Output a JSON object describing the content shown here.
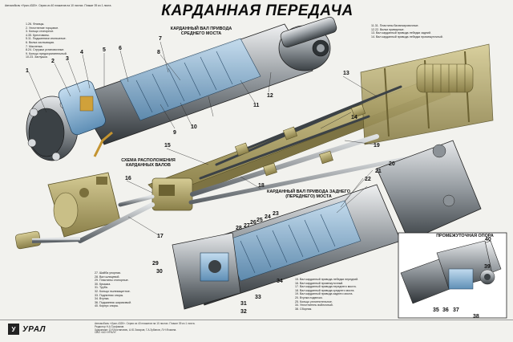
{
  "header": {
    "lines": [
      "Автомобиль «Урал-4320». Серия из 40 плакатов на 10 листах. Плакат 39 из 1 листа."
    ]
  },
  "title": "КАРДАННАЯ ПЕРЕДАЧА",
  "legend_top_left": [
    "1.26. Фланцы.",
    "2. Уплотнение торцовое.",
    "3. Кольцо стопорное.",
    "4.35. Крестовины.",
    "5.11. Подшипники игольчатые.",
    "6. Вилка скользящая.",
    "7. Масленка.",
    "8.24. Стружки установочные.",
    "9. Кольцо предохранительный.",
    "10.23. Заглушки."
  ],
  "legend_top_right": [
    "11.31. Пластины балансировочные.",
    "12.22. Вилки приварные.",
    "13. Вал карданный привода лебедки задний.",
    "14. Вал карданный привода лебедки промежуточный."
  ],
  "legend_bottom_left": [
    "27. Шайба упорная.",
    "28. Вал шлицевой.",
    "29. Пластины стопорные.",
    "30. Крышка.",
    "31. Труба.",
    "32. Кольцо пылезащитное.",
    "33. Подпятник опоры.",
    "34. Втулка.",
    "36. Подшипник шариковый.",
    "40. Корпус опоры."
  ],
  "legend_bottom_right": [
    "15. Вал карданный привода лебедки передний.",
    "16. Вал карданный промежуточный.",
    "17. Вал карданный привода переднего моста.",
    "18. Вал карданный привода среднего моста.",
    "19. Вал карданный привода заднего моста.",
    "20. Втулка подвески.",
    "25. Кольцо уплотнительное.",
    "34. Уплотнитель войлочный.",
    "38. Сборник."
  ],
  "captions": {
    "middle_shaft": "КАРДАННЫЙ ВАЛ ПРИВОДА СРЕДНЕГО МОСТА",
    "scheme": "СХЕМА РАСПОЛОЖЕНИЯ КАРДАННЫХ ВАЛОВ",
    "rear_shaft": "КАРДАННЫЙ ВАЛ ПРИВОДА ЗАДНЕГО (ПЕРЕДНЕГО) МОСТА",
    "support": "ПРОМЕЖУТОЧНАЯ ОПОРА"
  },
  "part_numbers": [
    "1",
    "2",
    "3",
    "4",
    "5",
    "6",
    "7",
    "8",
    "9",
    "10",
    "11",
    "12",
    "13",
    "14",
    "15",
    "16",
    "17",
    "18",
    "19",
    "20",
    "21",
    "22",
    "23",
    "24",
    "25",
    "26",
    "27",
    "28",
    "29",
    "30",
    "31",
    "32",
    "33",
    "34",
    "35",
    "36",
    "37",
    "38",
    "39",
    "40"
  ],
  "footer": {
    "logo_mark": "У",
    "logo_text": "УРАЛ",
    "lines": [
      "Автомобиль «Урал-4320». Серия из 40 плакатов на 10 листах. Плакат 39 из 1 листа.",
      "Редактор Н.А.Трофимов.",
      "Художники: О.Н.Кустанович, А.Ю.Захаров, Г.А.Зубанов, Л.Н.Фомина.",
      "ОАО «АЗ «УРАЛ»."
    ]
  },
  "colors": {
    "metal_dark": "#3e4448",
    "metal_light": "#c9cdd0",
    "cutaway_blue": "#8fb7d6",
    "frame_olive": "#a79a62",
    "shaft_gray": "#7d8388"
  }
}
